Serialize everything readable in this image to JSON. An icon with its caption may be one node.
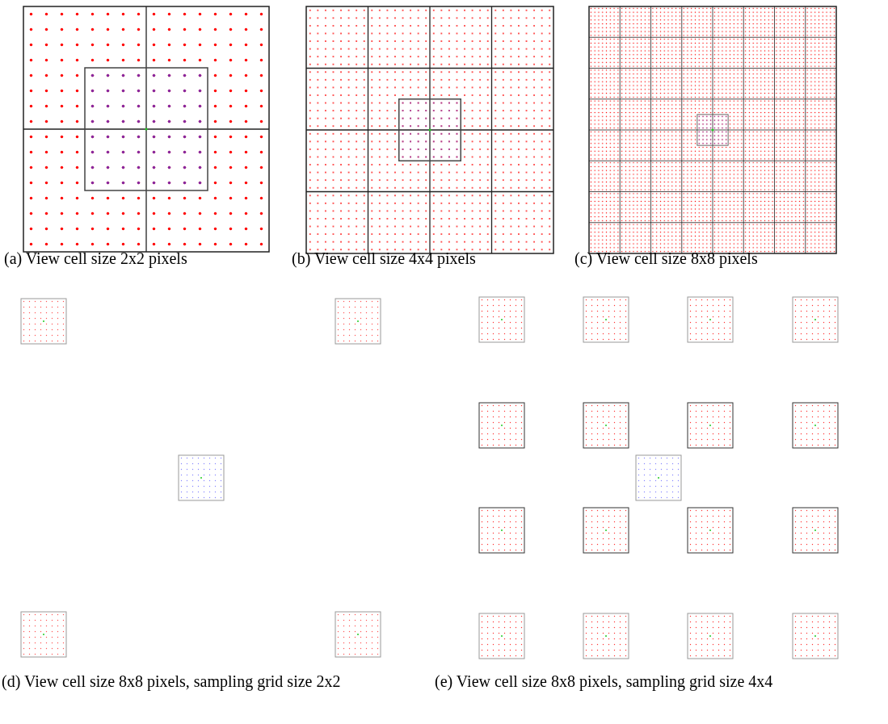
{
  "diagram": {
    "labels": [
      "(a) View cell size 2x2 pixels",
      "(b) View cell size 4x4 pixels",
      "(c) View cell size 8x8 pixels",
      "(d) View cell size 8x8 pixels, sampling grid size 2x2",
      "(e) View cell size 8x8 pixels, sampling grid size 4x4"
    ]
  }
}
